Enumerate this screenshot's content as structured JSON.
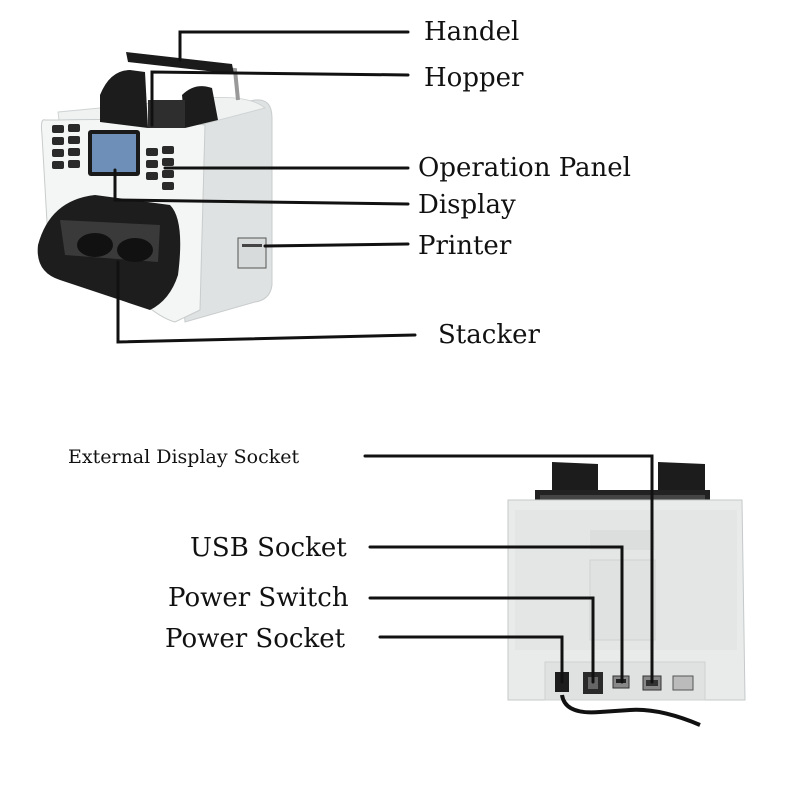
{
  "front_view": {
    "callouts": [
      {
        "id": "handel",
        "label": "Handel"
      },
      {
        "id": "hopper",
        "label": "Hopper"
      },
      {
        "id": "operation-panel",
        "label": "Operation Panel"
      },
      {
        "id": "display",
        "label": "Display"
      },
      {
        "id": "printer",
        "label": "Printer"
      },
      {
        "id": "stacker",
        "label": "Stacker"
      }
    ]
  },
  "rear_view": {
    "callouts": [
      {
        "id": "external-display-socket",
        "label": "External Display Socket"
      },
      {
        "id": "usb-socket",
        "label": "USB Socket"
      },
      {
        "id": "power-switch",
        "label": "Power Switch"
      },
      {
        "id": "power-socket",
        "label": "Power Socket"
      }
    ]
  },
  "colors": {
    "body": "#eceeee",
    "dark": "#1b1b1b",
    "screen": "#6e8fb8",
    "line": "#111111"
  }
}
